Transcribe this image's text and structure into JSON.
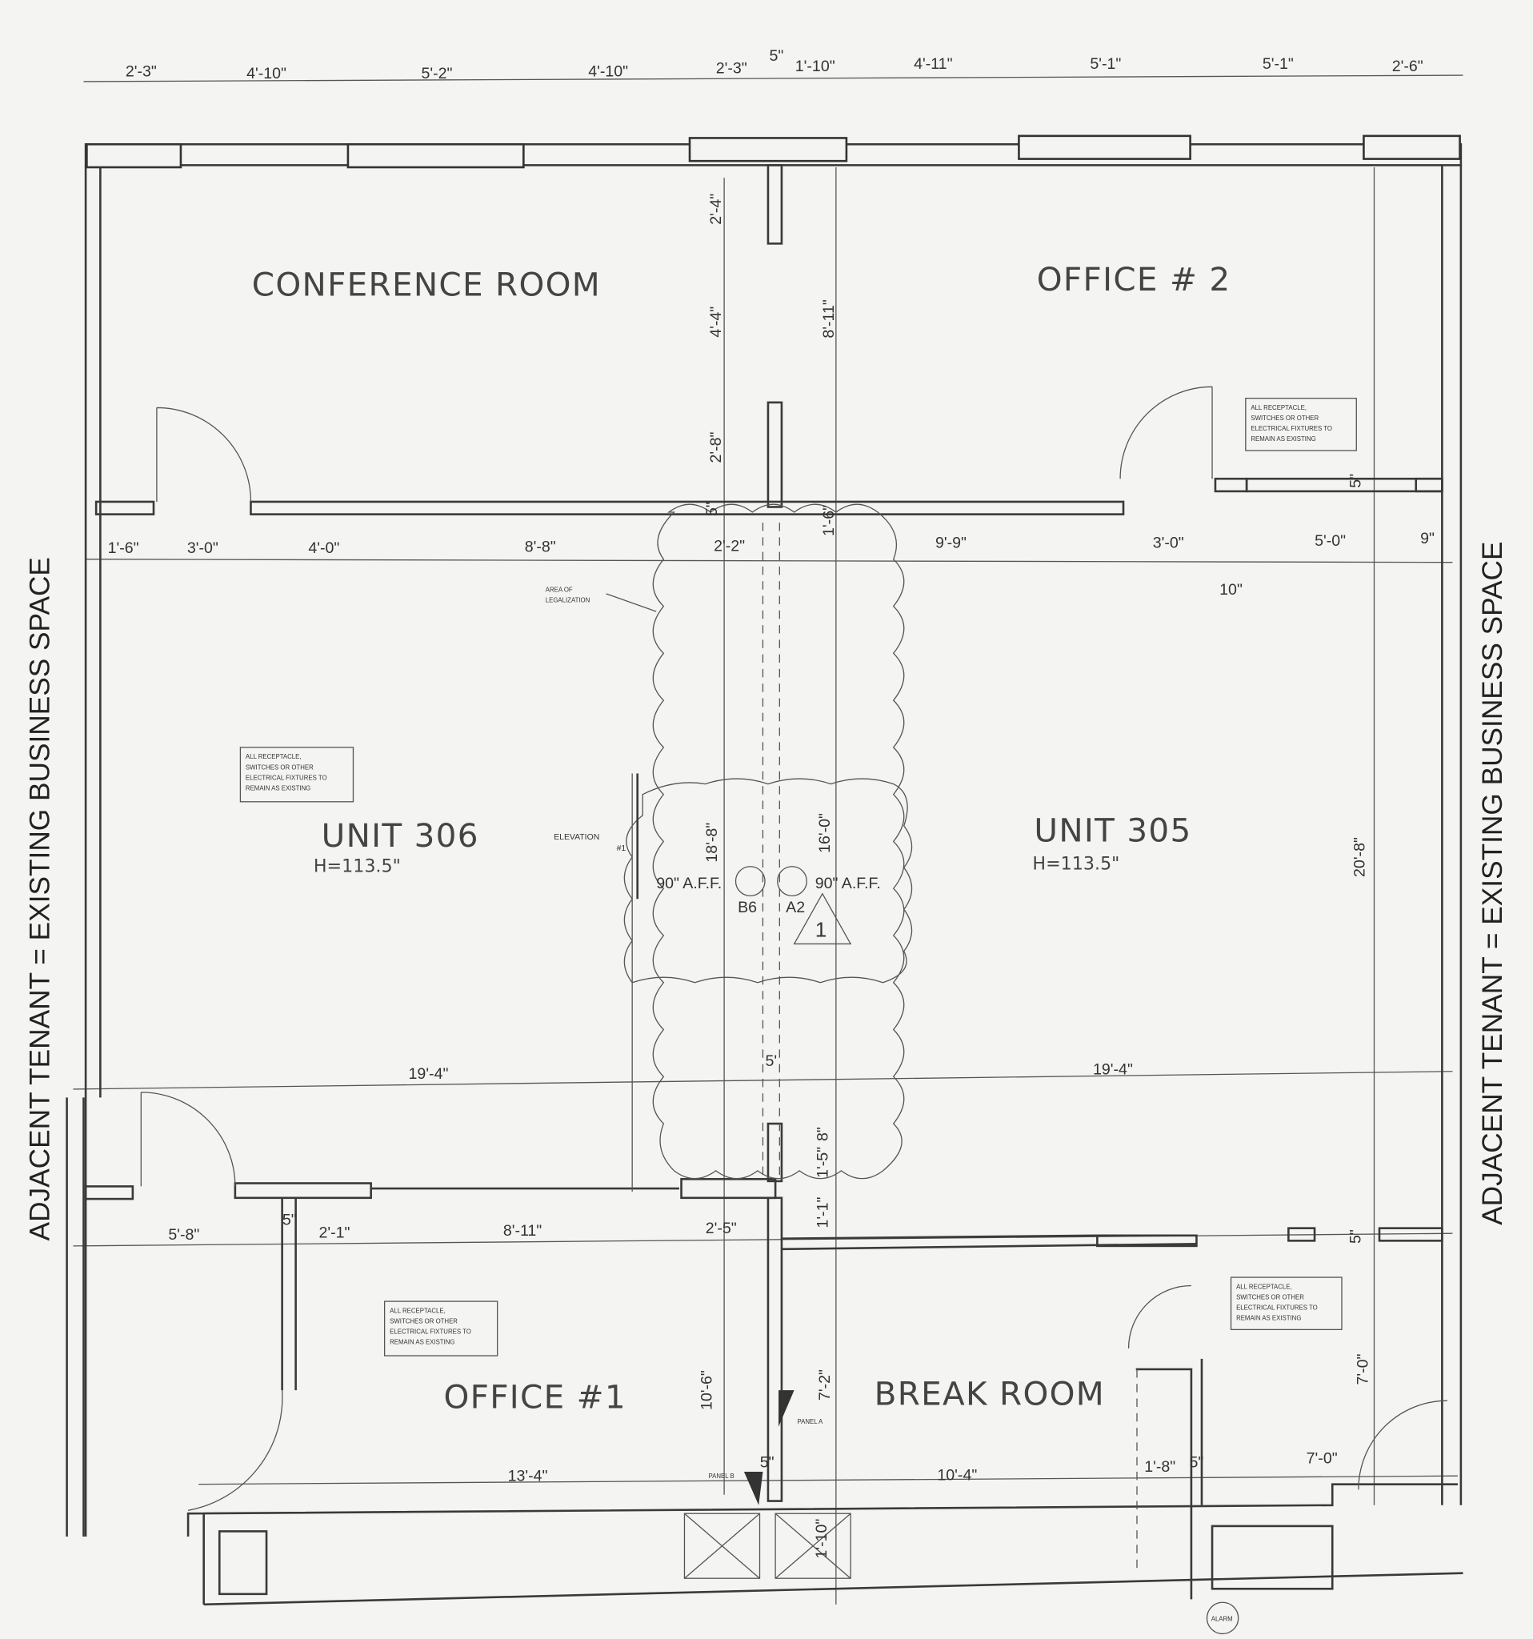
{
  "side_labels": {
    "left": "ADJACENT TENANT = EXISTING BUSINESS SPACE",
    "right": "ADJACENT TENANT = EXISTING BUSINESS SPACE"
  },
  "rooms": {
    "conference": "CONFERENCE  ROOM",
    "office2": "OFFICE  # 2",
    "unit306": "UNIT  306",
    "unit306_h": "H=113.5\"",
    "unit305": "UNIT  305",
    "unit305_h": "H=113.5\"",
    "office1": "OFFICE  #1",
    "break": "BREAK  ROOM"
  },
  "notes": {
    "electrical": [
      "ALL RECEPTACLE,",
      "SWITCHES OR OTHER",
      "ELECTRICAL FIXTURES TO",
      "REMAIN AS EXISTING"
    ],
    "area": [
      "AREA OF",
      "LEGALIZATION"
    ],
    "elevation": [
      "ELEVATION",
      "#1"
    ],
    "aff_left": "90\" A.F.F.",
    "aff_right": "90\" A.F.F.",
    "b6": "B6",
    "a2": "A2",
    "revision": "1",
    "panel_a": "PANEL A",
    "panel_b": "PANEL B",
    "alarm": "ALARM"
  },
  "dimensions": {
    "top": [
      "2'-3\"",
      "4'-10\"",
      "5'-2\"",
      "4'-10\"",
      "2'-3\"",
      "5\"",
      "1'-10\"",
      "4'-11\"",
      "5'-1\"",
      "5'-1\"",
      "2'-6\""
    ],
    "upper": [
      "1'-6\"",
      "3'-0\"",
      "4'-0\"",
      "8'-8\"",
      "2'-2\"",
      "9'-9\"",
      "3'-0\"",
      "5'-0\"",
      "9\"",
      "10\""
    ],
    "vertical": [
      "2'-4\"",
      "4'-4\"",
      "2'-8\"",
      "8'-11\"",
      "5\"",
      "1'-6\"",
      "18'-8\"",
      "16'-0\"",
      "20'-8\"",
      "5\""
    ],
    "middle": [
      "19'-4\"",
      "19'-4\"",
      "5'"
    ],
    "corridor": [
      "8\"",
      "1'-5\"",
      "1'-1\""
    ],
    "lower": [
      "5'-8\"",
      "5\"",
      "2'-1\"",
      "8'-11\"",
      "2'-5\"",
      "5\""
    ],
    "lower_vertical": [
      "10'-6\"",
      "7'-2\"",
      "7'-0\"",
      "1'-10\""
    ],
    "bottom": [
      "13'-4\"",
      "5\"",
      "10'-4\"",
      "1'-8\"",
      "5\"",
      "7'-0\""
    ]
  }
}
